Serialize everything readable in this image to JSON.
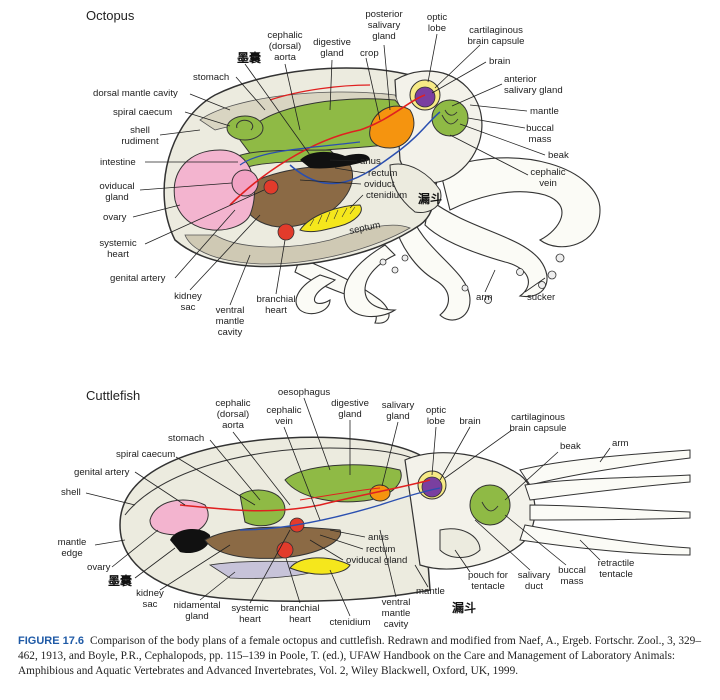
{
  "octopus": {
    "title": "Octopus",
    "labels": {
      "posterior_salivary": [
        "posterior",
        "salivary",
        "gland"
      ],
      "optic_lobe": [
        "optic",
        "lobe"
      ],
      "cephalic_aorta": [
        "cephalic",
        "(dorsal)",
        "aorta"
      ],
      "digestive_gland": [
        "digestive",
        "gland"
      ],
      "crop": "crop",
      "cartilaginous": [
        "cartilaginous",
        "brain capsule"
      ],
      "ink_sac_cjk": "墨囊",
      "brain": "brain",
      "stomach": "stomach",
      "anterior_salivary": [
        "anterior",
        "salivary gland"
      ],
      "dorsal_mantle_cavity": "dorsal mantle cavity",
      "spiral_caecum": "spiral caecum",
      "mantle": "mantle",
      "shell_rudiment": [
        "shell",
        "rudiment"
      ],
      "buccal_mass": [
        "buccal",
        "mass"
      ],
      "beak": "beak",
      "intestine": "intestine",
      "anus": "anus",
      "rectum": "rectum",
      "oviduct": "oviduct",
      "ctenidium": "ctenidium",
      "cephalic_vein": [
        "cephalic",
        "vein"
      ],
      "funnel_cjk": "漏斗",
      "oviducal_gland": [
        "oviducal",
        "gland"
      ],
      "septum": "septum",
      "ovary": "ovary",
      "systemic_heart": [
        "systemic",
        "heart"
      ],
      "genital_artery": "genital artery",
      "arm": "arm",
      "sucker": "sucker",
      "kidney_sac": [
        "kidney",
        "sac"
      ],
      "ventral_mantle_cavity": [
        "ventral",
        "mantle",
        "cavity"
      ],
      "branchial_heart": [
        "branchial",
        "heart"
      ]
    }
  },
  "cuttlefish": {
    "title": "Cuttlefish",
    "labels": {
      "oesophagus": "oesophagus",
      "cephalic_aorta": [
        "cephalic",
        "(dorsal)",
        "aorta"
      ],
      "digestive_gland": [
        "digestive",
        "gland"
      ],
      "salivary_gland": [
        "salivary",
        "gland"
      ],
      "optic_lobe": [
        "optic",
        "lobe"
      ],
      "brain": "brain",
      "cartilaginous": [
        "cartilaginous",
        "brain capsule"
      ],
      "cephalic_vein": [
        "cephalic",
        "vein"
      ],
      "stomach": "stomach",
      "beak": "beak",
      "arm": "arm",
      "spiral_caecum": "spiral caecum",
      "genital_artery": "genital artery",
      "shell": "shell",
      "anus": "anus",
      "rectum": "rectum",
      "oviducal_gland": "oviducal gland",
      "mantle_edge": [
        "mantle",
        "edge"
      ],
      "ovary": "ovary",
      "ink_sac_cjk": "墨囊",
      "kidney_sac": [
        "kidney",
        "sac"
      ],
      "nidamental_gland": [
        "nidamental",
        "gland"
      ],
      "systemic_heart": [
        "systemic",
        "heart"
      ],
      "branchial_heart": [
        "branchial",
        "heart"
      ],
      "ctenidium": "ctenidium",
      "ventral_mantle_cavity": [
        "ventral",
        "mantle",
        "cavity"
      ],
      "mantle": "mantle",
      "funnel_cjk": "漏斗",
      "pouch_for_tentacle": [
        "pouch for",
        "tentacle"
      ],
      "salivary_duct": [
        "salivary",
        "duct"
      ],
      "buccal_mass": [
        "buccal",
        "mass"
      ],
      "retractile_tentacle": [
        "retractile",
        "tentacle"
      ]
    }
  },
  "caption": {
    "figure": "FIGURE 17.6",
    "text": "Comparison of the body plans of a female octopus and cuttlefish. Redrawn and modified from Naef, A., Ergeb. Fortschr. Zool., 3, 329–462, 1913, and Boyle, P.R., Cephalopods, pp. 115–139 in Poole, T. (ed.), UFAW Handbook on the Care and Management of Laboratory Animals: Amphibious and Aquatic Vertebrates and Advanced Invertebrates, Vol. 2, Wiley Blackwell, Oxford, UK, 1999."
  }
}
